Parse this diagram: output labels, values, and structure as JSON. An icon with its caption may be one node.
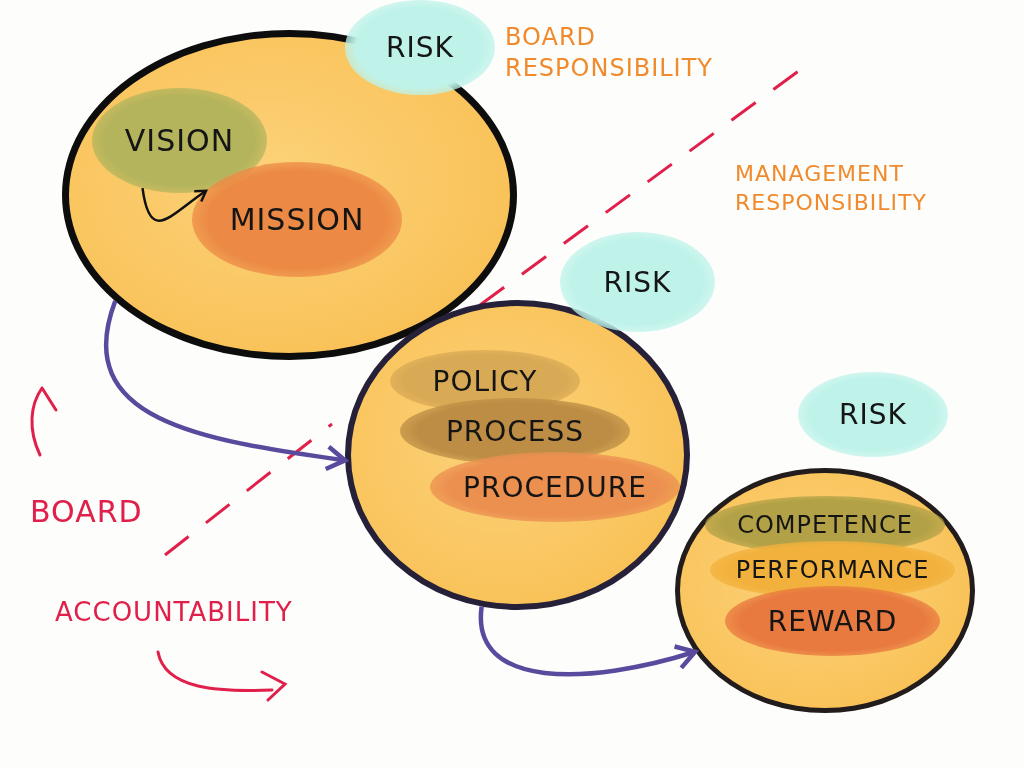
{
  "diagram": {
    "nodes": [
      {
        "text": [],
        "shape": "circle"
      },
      {
        "text": [
          "RISK"
        ]
      },
      {
        "text": [
          "VISION"
        ],
        "in": 0
      },
      {
        "text": [
          "MISSION"
        ],
        "in": 0
      },
      {
        "text": [],
        "shape": "circle"
      },
      {
        "text": [
          "RISK"
        ]
      },
      {
        "text": [
          "POLICY"
        ],
        "in": 4
      },
      {
        "text": [
          "PROCESS"
        ],
        "in": 4
      },
      {
        "text": [
          "PROCEDURE"
        ],
        "in": 4
      },
      {
        "text": [],
        "shape": "circle"
      },
      {
        "text": [
          "RISK"
        ]
      },
      {
        "text": [
          "COMPETENCE"
        ],
        "in": 9
      },
      {
        "text": [
          "PERFORMANCE"
        ],
        "in": 9
      },
      {
        "text": [
          "REWARD"
        ],
        "in": 9
      }
    ],
    "edges": [
      {
        "from": 2,
        "to": 3,
        "arrow": "to",
        "color": "#111111"
      },
      {
        "from": 0,
        "to": 4,
        "arrow": "to",
        "color": "#5a4a9e"
      },
      {
        "from": 4,
        "to": 9,
        "arrow": "to",
        "color": "#5a4a9e"
      }
    ],
    "labels": [
      "BOARD RESPONSIBILITY",
      "MANAGEMENT RESPONSIBILITY",
      "BOARD",
      "ACCOUNTABILITY"
    ]
  }
}
